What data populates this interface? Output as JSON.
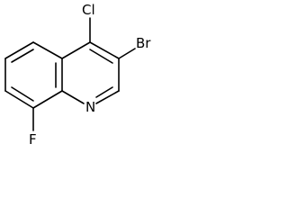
{
  "molecule": {
    "atoms": {
      "cl": "Cl",
      "br": "Br",
      "n": "N",
      "f": "F"
    }
  }
}
